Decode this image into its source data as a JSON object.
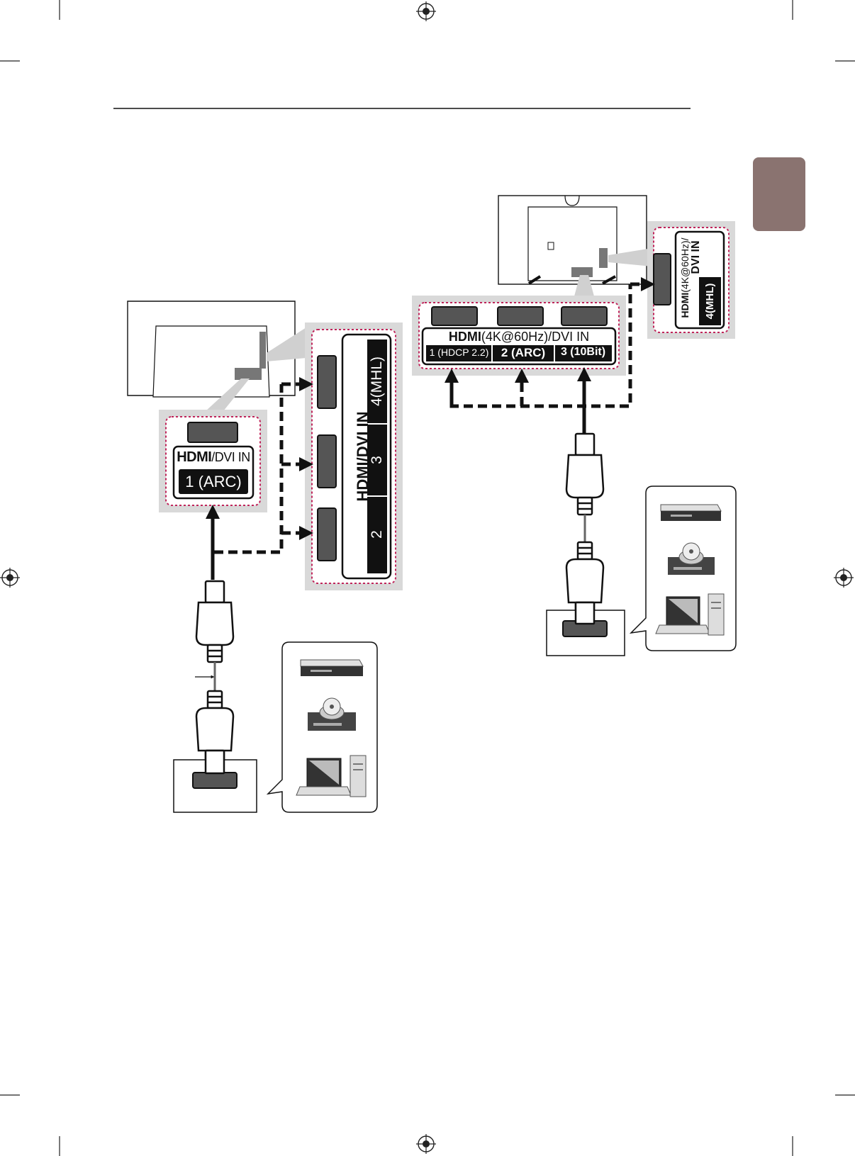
{
  "left_tv": {
    "bottom_panel": {
      "brand": "HDMI",
      "label": "/DVI IN",
      "port": "1 (ARC)"
    },
    "side_panel": {
      "brand": "HDMI",
      "label": "/DVI IN",
      "ports": [
        "4(MHL)",
        "3",
        "2"
      ]
    }
  },
  "right_tv": {
    "bottom_panel": {
      "brand": "HDMI",
      "label": "(4K@60Hz)/DVI IN",
      "ports": [
        "1 (HDCP 2.2)",
        "2 (ARC)",
        "3 (10Bit)"
      ]
    },
    "side_panel": {
      "brand": "HDMI",
      "label": "(4K@60Hz)/",
      "label2": "DVI IN",
      "port": "4(MHL)"
    }
  },
  "colors": {
    "panel_gray": "#d9d9d9",
    "dash_red": "#c0245a",
    "tab_brown": "#8a7370",
    "black": "#111111"
  }
}
